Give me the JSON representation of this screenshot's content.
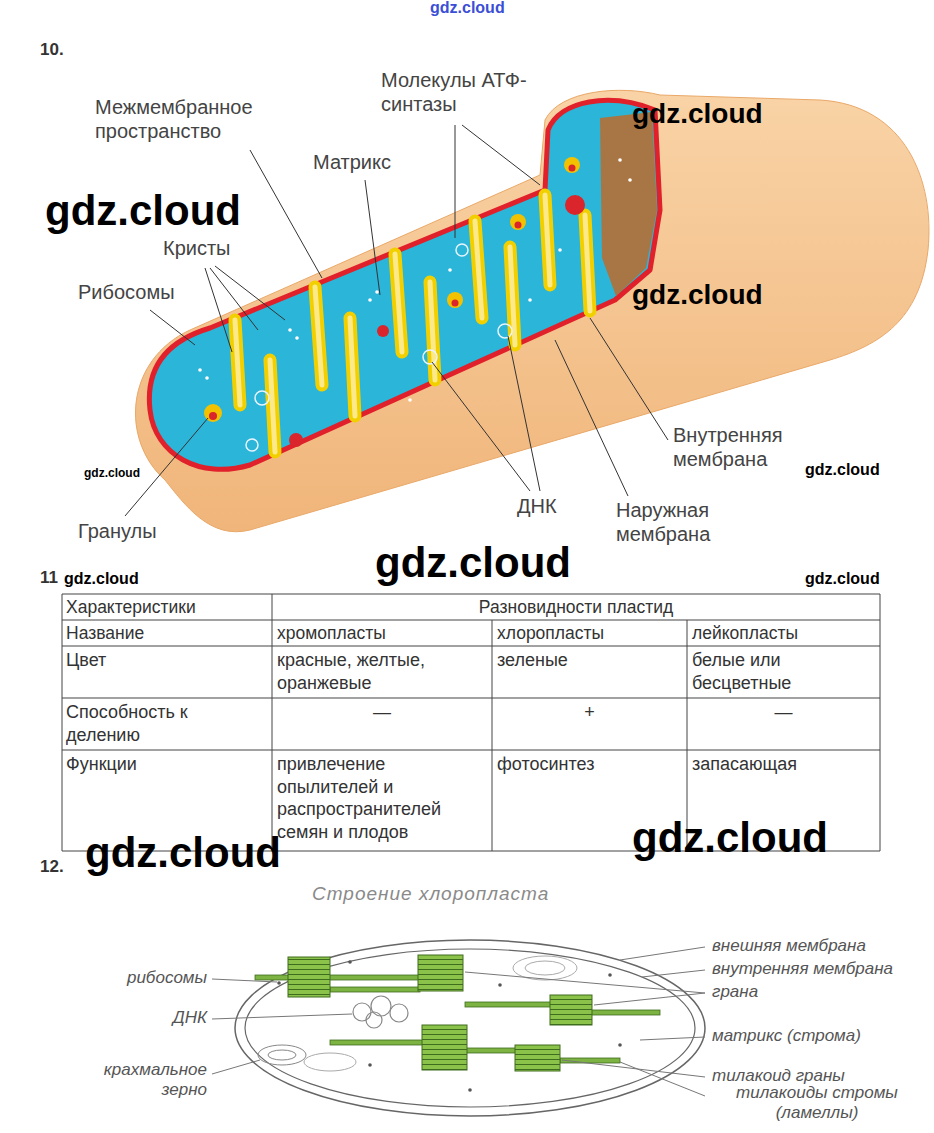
{
  "diagram": {
    "labels": [
      "gdz.cloud",
      "10.",
      "Межмембранное пространство",
      "Молекулы АТФ-синтазы",
      "gdz.cloud",
      "Матрикс",
      "gdz.cloud",
      "Кристы",
      "Рибосомы",
      "gdz.cloud",
      "Внутренняя мембрана",
      "gdz.cloud",
      "gdz.cloud",
      "ДНК",
      "Наружная мембрана",
      "Гранулы",
      "gdz.cloud",
      "11",
      "gdz.cloud",
      "gdz.cloud",
      "Характеристики",
      "Разновидности пластид",
      "Название",
      "хромопласты",
      "хлоропласты",
      "лейкопласты",
      "Цвет",
      "красные, желтые, оранжевые",
      "зеленые",
      "белые или бесцветные",
      "Способность к делению",
      "—",
      "+",
      "—",
      "Функции",
      "привлечение опылителей и распространителей семян и плодов",
      "фотосинтез",
      "запасающая",
      "12.",
      "gdz.cloud",
      "gdz.cloud",
      "Строение хлоропласта",
      "рибосомы",
      "ДНК",
      "крахмальное зерно",
      "внешняя мембрана",
      "внутренняя мембрана",
      "грана",
      "матрикс (строма)",
      "тилакоид граны",
      "тилакоиды стромы (ламеллы)"
    ]
  }
}
